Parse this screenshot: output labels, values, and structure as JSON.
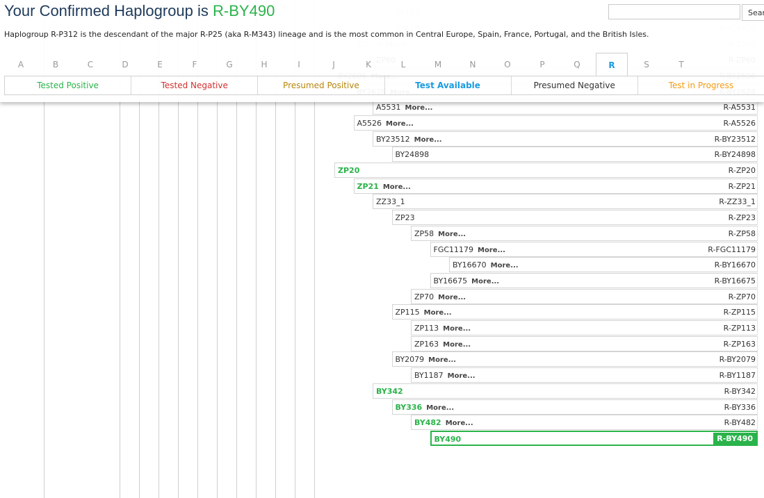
{
  "page": {
    "title_prefix": "Your Confirmed Haplogroup is ",
    "title_haplogroup": "R-BY490",
    "description": "Haplogroup R-P312 is the descendant of the major R-P25 (aka R-M343) lineage and is the most common in Central Europe, Spain, France, Portugal, and the British Isles.",
    "search_button_label": "Sear"
  },
  "colors": {
    "positive": "#2ab34a",
    "negative": "#d32f2f",
    "presumed_positive": "#b8860b",
    "test_available": "#1a9be0",
    "presumed_negative": "#333333",
    "in_progress": "#f39c12"
  },
  "letters": [
    "A",
    "B",
    "C",
    "D",
    "E",
    "F",
    "G",
    "H",
    "I",
    "J",
    "K",
    "L",
    "M",
    "N",
    "O",
    "P",
    "Q",
    "R",
    "S",
    "T"
  ],
  "active_letter": "R",
  "legend": [
    {
      "label": "Tested Positive",
      "color": "#2ab34a",
      "bold": false
    },
    {
      "label": "Tested Negative",
      "color": "#d32f2f",
      "bold": false
    },
    {
      "label": "Presumed Positive",
      "color": "#b8860b",
      "bold": false
    },
    {
      "label": "Test Available",
      "color": "#1a9be0",
      "bold": true
    },
    {
      "label": "Presumed Negative",
      "color": "#333333",
      "bold": false
    },
    {
      "label": "Test in Progress",
      "color": "#f39c12",
      "bold": false
    }
  ],
  "more_label": "More...",
  "tree_rows": [
    {
      "name": "ZP112",
      "more": false,
      "right": "R-Z...",
      "depth": 3,
      "status": "faded"
    },
    {
      "name": "Y2428",
      "more": false,
      "right": "R-Y24925",
      "depth": 3,
      "status": "faded"
    },
    {
      "name": "Z2056",
      "more": true,
      "right": "R-ZP56",
      "depth": 1,
      "status": "faded"
    },
    {
      "name": "ZP60",
      "more": false,
      "right": "R-ZP60",
      "depth": 2,
      "status": "normal"
    },
    {
      "name": "BY2606",
      "more": true,
      "right": "R-BY2606",
      "depth": 0,
      "status": "normal"
    },
    {
      "name": "BY2628",
      "more": true,
      "right": "R-BY2628",
      "depth": 1,
      "status": "normal"
    },
    {
      "name": "A5531",
      "more": true,
      "right": "R-A5531",
      "depth": 2,
      "status": "normal"
    },
    {
      "name": "A5526",
      "more": true,
      "right": "R-A5526",
      "depth": 1,
      "status": "normal"
    },
    {
      "name": "BY23512",
      "more": true,
      "right": "R-BY23512",
      "depth": 2,
      "status": "normal"
    },
    {
      "name": "BY24898",
      "more": false,
      "right": "R-BY24898",
      "depth": 3,
      "status": "normal"
    },
    {
      "name": "ZP20",
      "more": false,
      "right": "R-ZP20",
      "depth": 0,
      "status": "positive"
    },
    {
      "name": "ZP21",
      "more": true,
      "right": "R-ZP21",
      "depth": 1,
      "status": "positive"
    },
    {
      "name": "ZZ33_1",
      "more": false,
      "right": "R-ZZ33_1",
      "depth": 2,
      "status": "normal"
    },
    {
      "name": "ZP23",
      "more": false,
      "right": "R-ZP23",
      "depth": 3,
      "status": "normal"
    },
    {
      "name": "ZP58",
      "more": true,
      "right": "R-ZP58",
      "depth": 4,
      "status": "normal"
    },
    {
      "name": "FGC11179",
      "more": true,
      "right": "R-FGC11179",
      "depth": 5,
      "status": "normal"
    },
    {
      "name": "BY16670",
      "more": true,
      "right": "R-BY16670",
      "depth": 6,
      "status": "normal"
    },
    {
      "name": "BY16675",
      "more": true,
      "right": "R-BY16675",
      "depth": 5,
      "status": "normal"
    },
    {
      "name": "ZP70",
      "more": true,
      "right": "R-ZP70",
      "depth": 4,
      "status": "normal"
    },
    {
      "name": "ZP115",
      "more": true,
      "right": "R-ZP115",
      "depth": 3,
      "status": "normal"
    },
    {
      "name": "ZP113",
      "more": true,
      "right": "R-ZP113",
      "depth": 4,
      "status": "normal"
    },
    {
      "name": "ZP163",
      "more": true,
      "right": "R-ZP163",
      "depth": 4,
      "status": "normal"
    },
    {
      "name": "BY2079",
      "more": true,
      "right": "R-BY2079",
      "depth": 3,
      "status": "normal"
    },
    {
      "name": "BY1187",
      "more": true,
      "right": "R-BY1187",
      "depth": 4,
      "status": "normal"
    },
    {
      "name": "BY342",
      "more": false,
      "right": "R-BY342",
      "depth": 2,
      "status": "positive"
    },
    {
      "name": "BY336",
      "more": true,
      "right": "R-BY336",
      "depth": 3,
      "status": "positive"
    },
    {
      "name": "BY482",
      "more": true,
      "right": "R-BY482",
      "depth": 4,
      "status": "positive"
    },
    {
      "name": "BY490",
      "more": false,
      "right": "R-BY490",
      "depth": 5,
      "status": "selected"
    }
  ]
}
